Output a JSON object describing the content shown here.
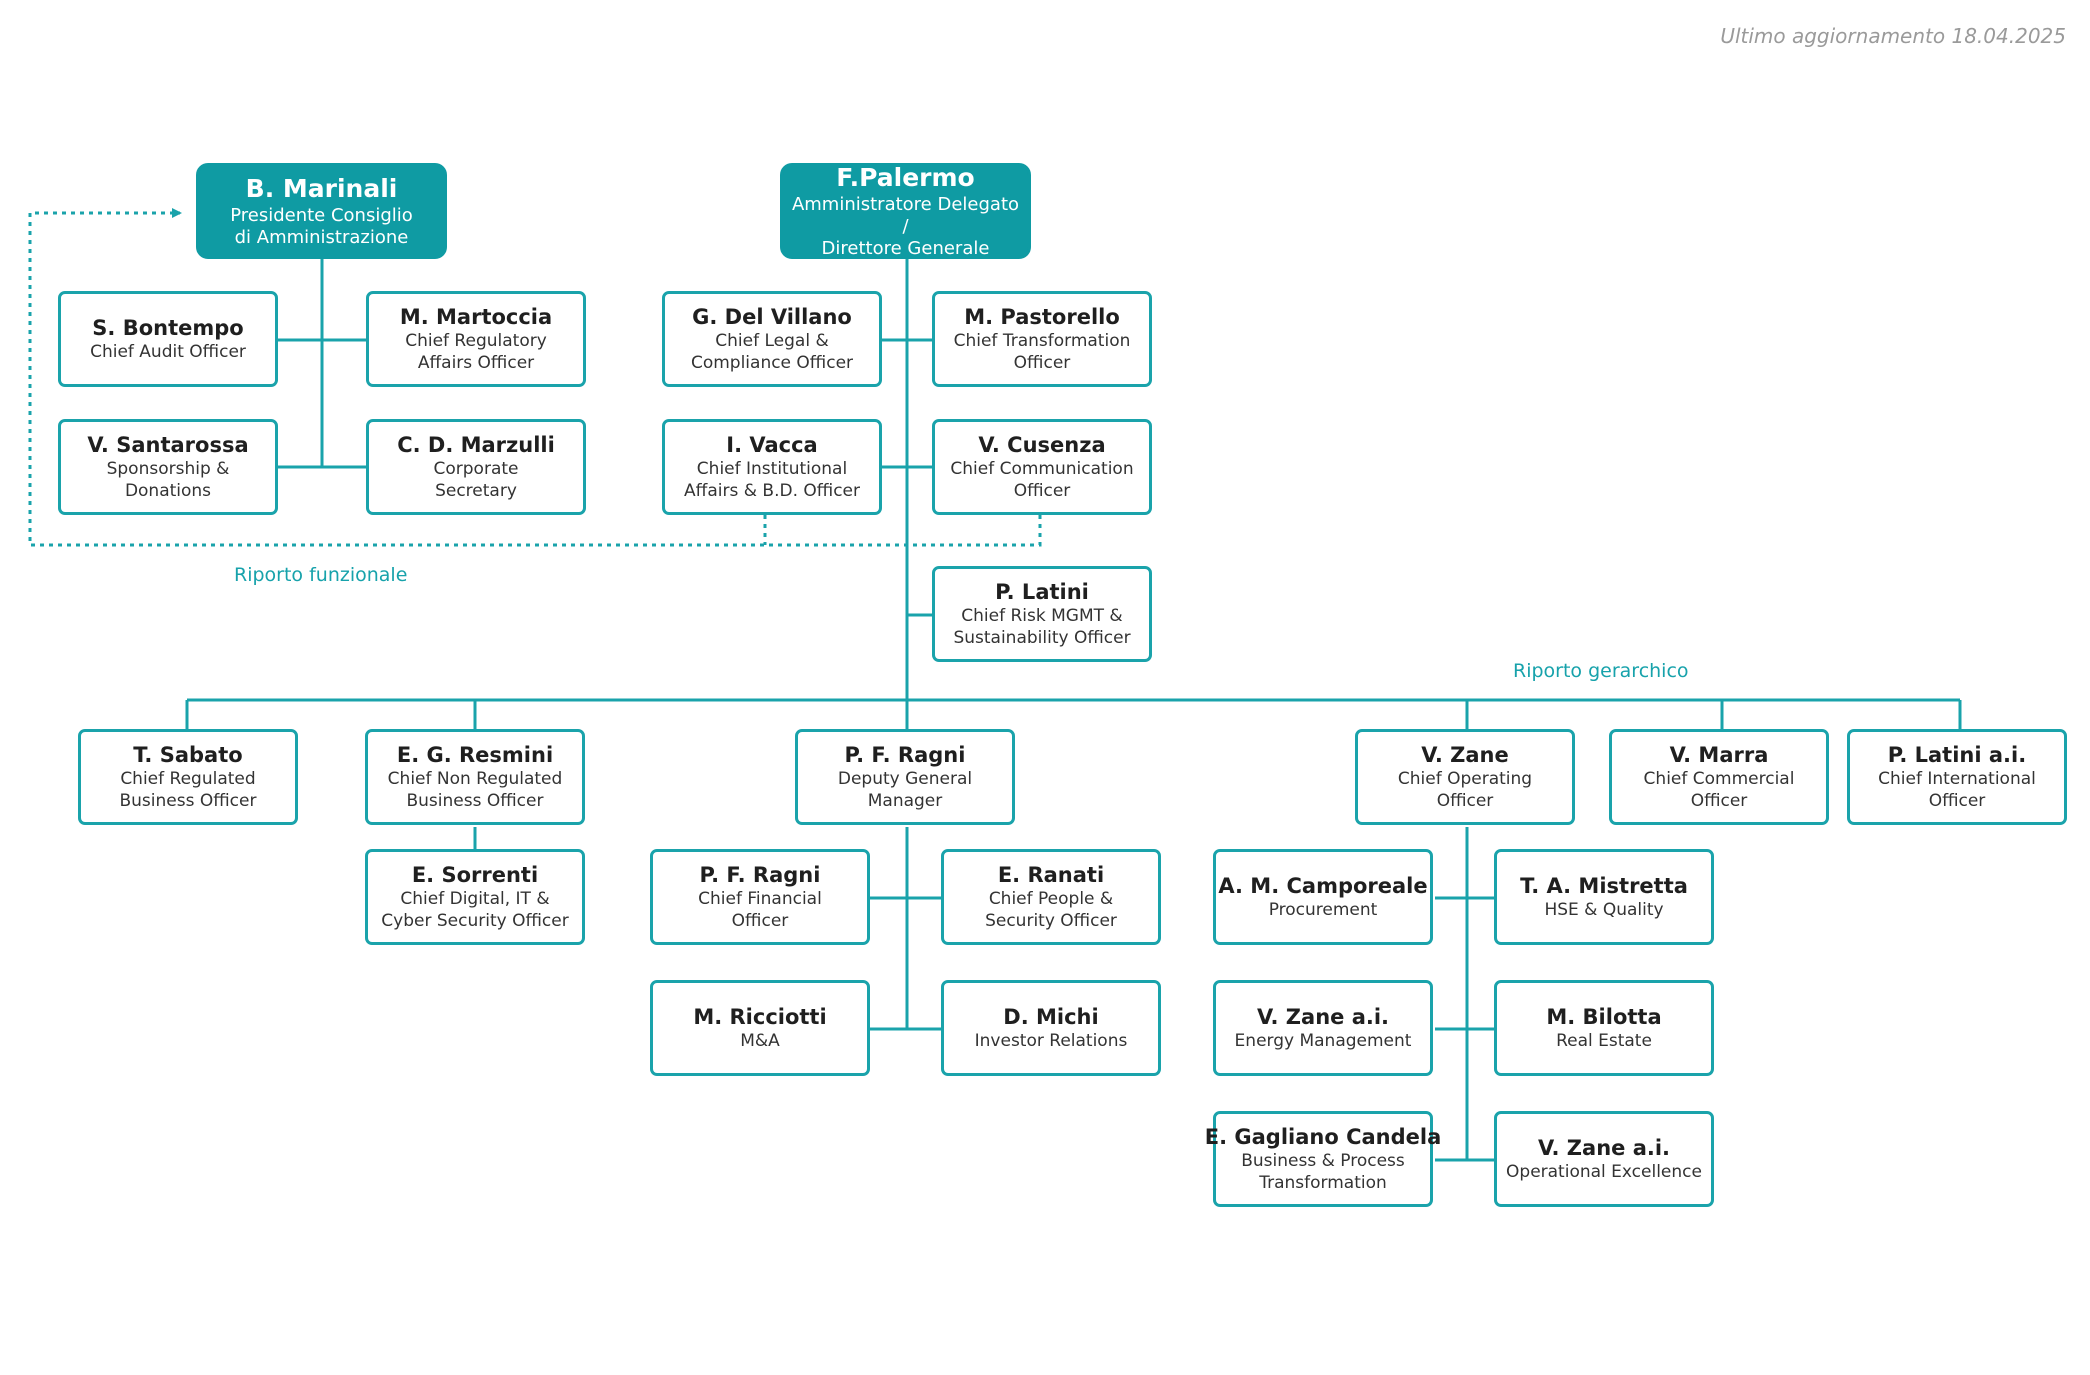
{
  "header": {
    "last_update": "Ultimo aggiornamento  18.04.2025"
  },
  "legend": {
    "functional": "Riporto funzionale",
    "hierarchical": "Riporto gerarchico"
  },
  "colors": {
    "accent": "#1aa3ab",
    "top_fill": "#0f9ba3"
  },
  "people": {
    "marinali": {
      "name": "B. Marinali",
      "role": "Presidente Consiglio\ndi Amministrazione"
    },
    "palermo": {
      "name": "F.Palermo",
      "role": "Amministratore Delegato /\nDirettore Generale"
    },
    "bontempo": {
      "name": "S. Bontempo",
      "role": "Chief Audit Officer"
    },
    "martoccia": {
      "name": "M. Martoccia",
      "role": "Chief Regulatory\nAffairs Officer"
    },
    "santarossa": {
      "name": "V. Santarossa",
      "role": "Sponsorship &\nDonations"
    },
    "marzulli": {
      "name": "C. D. Marzulli",
      "role": "Corporate\nSecretary"
    },
    "delvillano": {
      "name": "G. Del Villano",
      "role": "Chief Legal &\nCompliance Officer"
    },
    "pastorello": {
      "name": "M. Pastorello",
      "role": "Chief Transformation\nOfficer"
    },
    "vacca": {
      "name": "I. Vacca",
      "role": "Chief Institutional\nAffairs & B.D. Officer"
    },
    "cusenza": {
      "name": "V. Cusenza",
      "role": "Chief Communication\nOfficer"
    },
    "latini": {
      "name": "P. Latini",
      "role": "Chief Risk MGMT &\nSustainability Officer"
    },
    "sabato": {
      "name": "T. Sabato",
      "role": "Chief Regulated\nBusiness Officer"
    },
    "resmini": {
      "name": "E. G. Resmini",
      "role": "Chief Non Regulated\nBusiness Officer"
    },
    "ragni": {
      "name": "P. F. Ragni",
      "role": "Deputy General\nManager"
    },
    "zane": {
      "name": "V. Zane",
      "role": "Chief Operating\nOfficer"
    },
    "marra": {
      "name": "V. Marra",
      "role": "Chief Commercial\nOfficer"
    },
    "latini_ai": {
      "name": "P. Latini a.i.",
      "role": "Chief International\nOfficer"
    },
    "sorrenti": {
      "name": "E. Sorrenti",
      "role": "Chief Digital, IT &\nCyber Security Officer"
    },
    "ragni_cfo": {
      "name": "P. F. Ragni",
      "role": "Chief Financial\nOfficer"
    },
    "ranati": {
      "name": "E. Ranati",
      "role": "Chief People &\nSecurity Officer"
    },
    "ricciotti": {
      "name": "M. Ricciotti",
      "role": "M&A"
    },
    "michi": {
      "name": "D. Michi",
      "role": "Investor Relations"
    },
    "camporeale": {
      "name": "A. M. Camporeale",
      "role": "Procurement"
    },
    "mistretta": {
      "name": "T. A. Mistretta",
      "role": "HSE & Quality"
    },
    "zane_energy": {
      "name": "V. Zane a.i.",
      "role": "Energy Management"
    },
    "bilotta": {
      "name": "M. Bilotta",
      "role": "Real Estate"
    },
    "gagliano": {
      "name": "E. Gagliano Candela",
      "role": "Business & Process\nTransformation"
    },
    "zane_opex": {
      "name": "V. Zane a.i.",
      "role": "Operational Excellence"
    }
  }
}
